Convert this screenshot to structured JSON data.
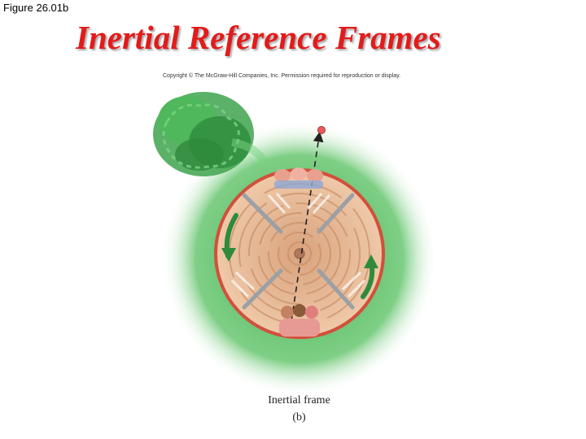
{
  "figure_label": "Figure 26.01b",
  "title": "Inertial Reference Frames",
  "copyright": "Copyright © The McGraw-Hill Companies, Inc. Permission required for reproduction or display.",
  "caption": {
    "main": "Inertial frame",
    "sub": "(b)"
  },
  "colors": {
    "title": "#e31b1b",
    "ground": "#5fbf6a",
    "platform": "#e4b38f",
    "rim": "#d2503a",
    "rotation_arrow": "#2f8a3c",
    "tree": "#3fa34d",
    "ball": "#e85a5a"
  }
}
